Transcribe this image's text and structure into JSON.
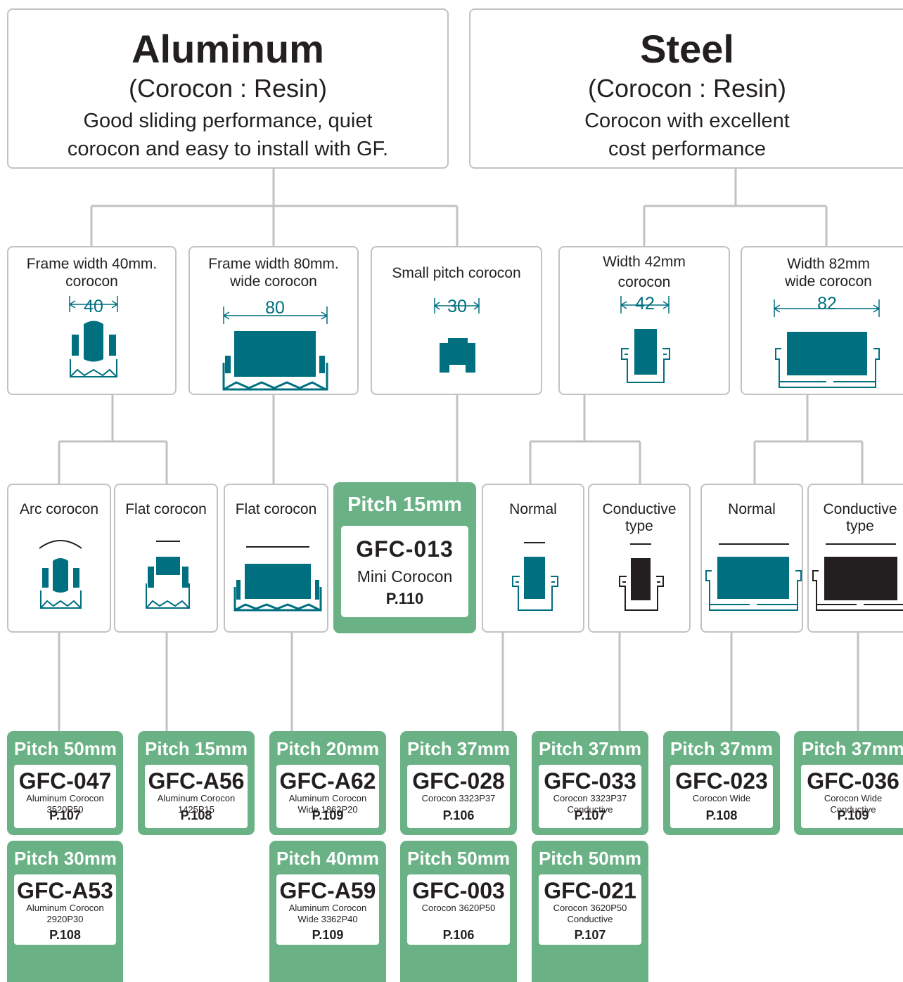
{
  "colors": {
    "teal": "#006f80",
    "green": "#6ab286",
    "connector": "#c2c2c2",
    "black": "#231f20"
  },
  "materials": [
    {
      "title": "Aluminum",
      "subtitle": "(Corocon : Resin)",
      "desc1": "Good sliding performance, quiet",
      "desc2": "corocon and easy to install with GF."
    },
    {
      "title": "Steel",
      "subtitle": "(Corocon : Resin)",
      "desc1": "Corocon with excellent",
      "desc2": "cost performance"
    }
  ],
  "categories": [
    {
      "line1": "Frame width 40mm.",
      "line2": "corocon",
      "dim": "40",
      "icon": "aluminum-40-rail-icon"
    },
    {
      "line1": "Frame width 80mm.",
      "line2": "wide corocon",
      "dim": "80",
      "icon": "aluminum-80-rail-icon"
    },
    {
      "line1": "Small pitch corocon",
      "line2": "",
      "dim": "30",
      "icon": "small-pitch-rail-icon"
    },
    {
      "line1": "Width 42mm",
      "line2": "corocon",
      "dim": "42",
      "icon": "steel-42-rail-icon"
    },
    {
      "line1": "Width 82mm",
      "line2": "wide corocon",
      "dim": "82",
      "icon": "steel-82-rail-icon"
    }
  ],
  "subtypes": [
    {
      "line1": "Arc corocon",
      "line2": "",
      "icon": "arc-roller-icon"
    },
    {
      "line1": "Flat corocon",
      "line2": "",
      "icon": "flat-roller-icon"
    },
    {
      "line1": "Flat corocon",
      "line2": "",
      "icon": "wide-flat-roller-icon"
    },
    {
      "line1": "Normal",
      "line2": "",
      "icon": "normal-roller-icon"
    },
    {
      "line1": "Conductive",
      "line2": "type",
      "icon": "conductive-roller-icon"
    },
    {
      "line1": "Normal",
      "line2": "",
      "icon": "wide-normal-roller-icon"
    },
    {
      "line1": "Conductive",
      "line2": "type",
      "icon": "wide-conductive-roller-icon"
    }
  ],
  "mini": {
    "pitch": "Pitch 15mm",
    "code": "GFC-013",
    "desc": "Mini Corocon",
    "page": "P.110"
  },
  "products": [
    {
      "pitch": "Pitch 50mm",
      "code": "GFC-047",
      "desc1": "Aluminum Corocon",
      "desc2": "3520P50",
      "page": "P.107"
    },
    {
      "pitch": "Pitch 15mm",
      "code": "GFC-A56",
      "desc1": "Aluminum Corocon",
      "desc2": "1425P15",
      "page": "P.108"
    },
    {
      "pitch": "Pitch 20mm",
      "code": "GFC-A62",
      "desc1": "Aluminum Corocon",
      "desc2": "Wide 1862P20",
      "page": "P.109"
    },
    {
      "pitch": "Pitch 37mm",
      "code": "GFC-028",
      "desc1": "Corocon 3323P37",
      "desc2": "",
      "page": "P.106"
    },
    {
      "pitch": "Pitch 37mm",
      "code": "GFC-033",
      "desc1": "Corocon 3323P37",
      "desc2": "Conductive",
      "page": "P.107"
    },
    {
      "pitch": "Pitch 37mm",
      "code": "GFC-023",
      "desc1": "Corocon Wide",
      "desc2": "",
      "page": "P.108"
    },
    {
      "pitch": "Pitch 37mm",
      "code": "GFC-036",
      "desc1": "Corocon Wide",
      "desc2": "Conductive",
      "page": "P.109"
    },
    {
      "pitch": "Pitch 30mm",
      "code": "GFC-A53",
      "desc1": "Aluminum Corocon",
      "desc2": "2920P30",
      "page": "P.108"
    },
    {
      "pitch": "Pitch 40mm",
      "code": "GFC-A59",
      "desc1": "Aluminum Corocon",
      "desc2": "Wide 3362P40",
      "page": "P.109"
    },
    {
      "pitch": "Pitch 50mm",
      "code": "GFC-003",
      "desc1": "Corocon 3620P50",
      "desc2": "",
      "page": "P.106"
    },
    {
      "pitch": "Pitch 50mm",
      "code": "GFC-021",
      "desc1": "Corocon 3620P50",
      "desc2": "Conductive",
      "page": "P.107"
    }
  ]
}
